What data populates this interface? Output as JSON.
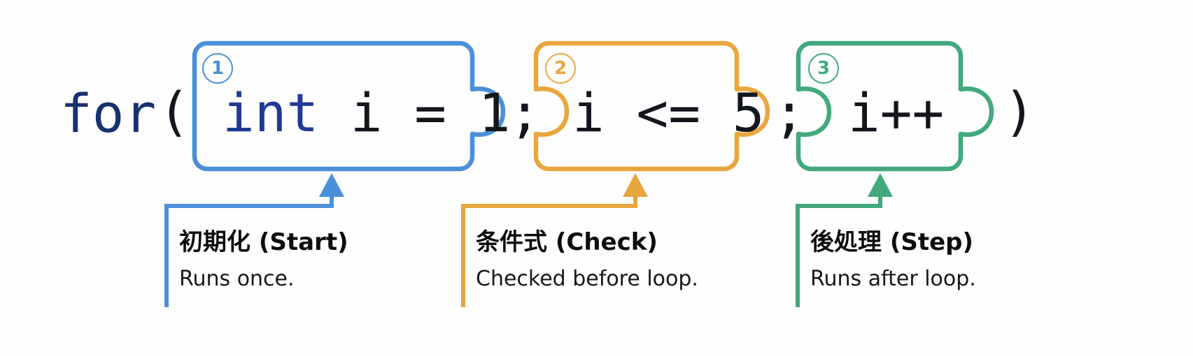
{
  "diagram": {
    "title_code": "for ( int i = 1 ; i <= 5 ; i++ )",
    "prefix": "for",
    "open_paren": "(",
    "close_paren": ")",
    "separator_1": ";",
    "separator_2": ";"
  },
  "colors": {
    "blue": "#4a90d9",
    "orange": "#e9a63f",
    "green": "#42a97c",
    "code_black": "#13161c",
    "keyword_blue": "#1f3a93",
    "prefix_navy": "#18316f",
    "text_black": "#0d0d0d",
    "background": "#fefefe"
  },
  "pieces": [
    {
      "id": "init",
      "badge": "①",
      "badge_plain": "1",
      "code_keyword": "int",
      "code_rest": " i = 1",
      "code_full": "int i = 1",
      "color": "#4a90d9",
      "legend_title": "初期化 (Start)",
      "legend_sub": "Runs once."
    },
    {
      "id": "condition",
      "badge": "②",
      "badge_plain": "2",
      "code_keyword": "",
      "code_rest": "i <= 5",
      "code_full": "i <= 5",
      "color": "#e9a63f",
      "legend_title": "条件式 (Check)",
      "legend_sub": "Checked before loop."
    },
    {
      "id": "step",
      "badge": "③",
      "badge_plain": "3",
      "code_keyword": "",
      "code_rest": "i++",
      "code_full": "i++",
      "color": "#42a97c",
      "legend_title": "後処理 (Step)",
      "legend_sub": "Runs after loop."
    }
  ]
}
